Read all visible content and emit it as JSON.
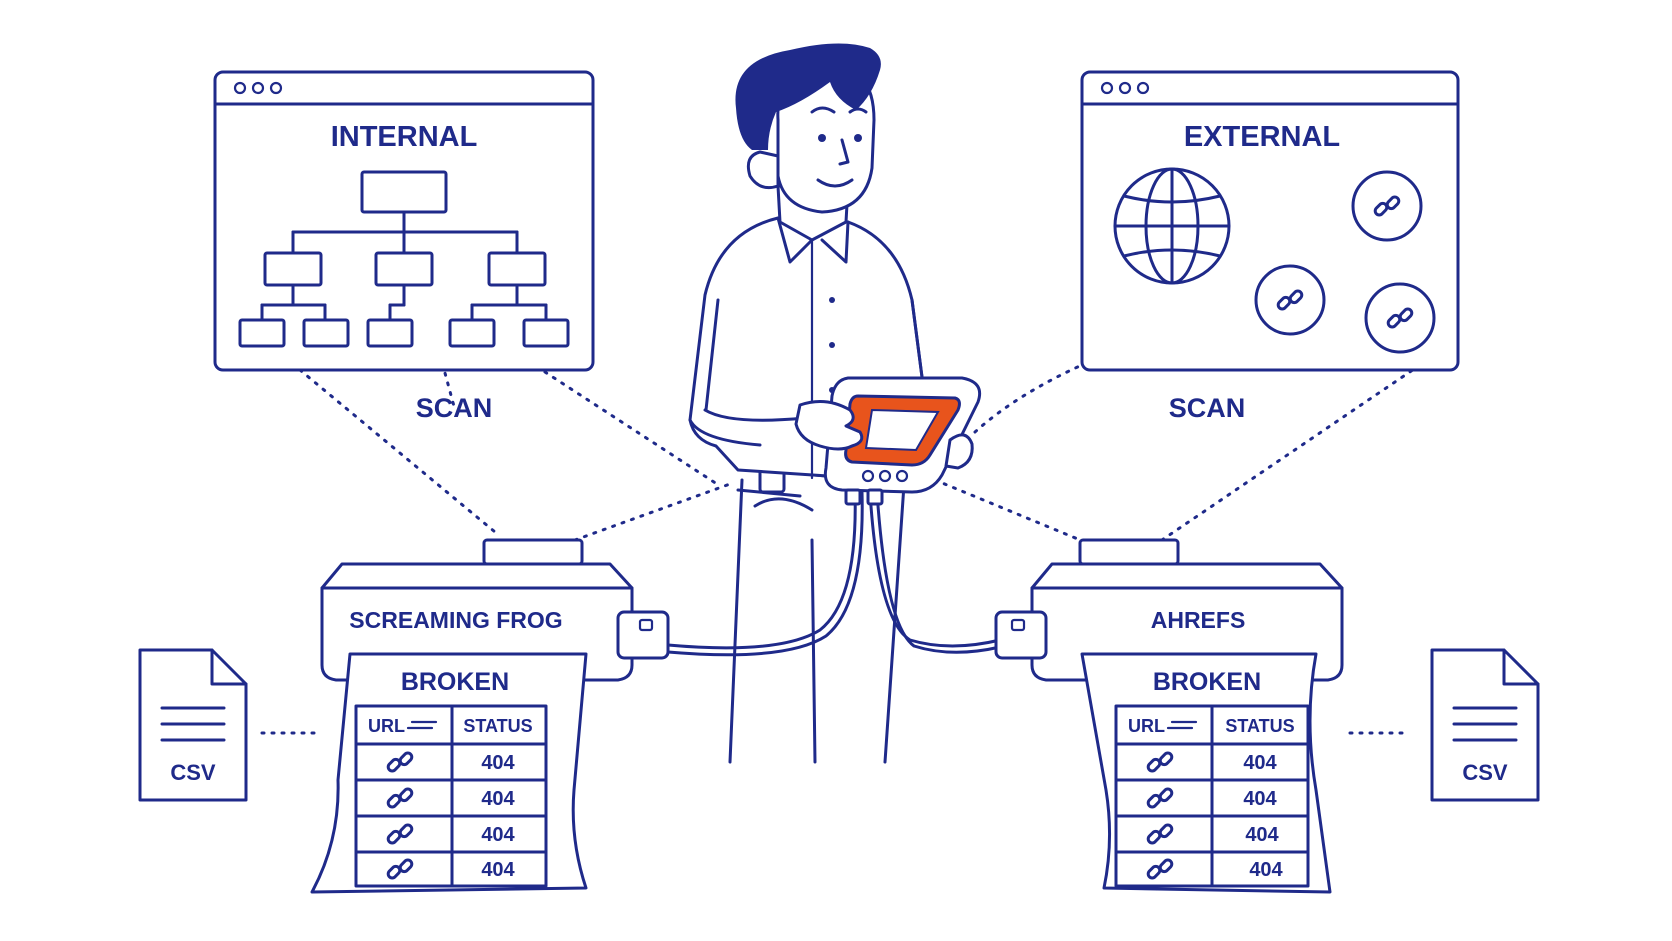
{
  "colors": {
    "ink": "#1f2a8a",
    "accent": "#e8541c",
    "paper": "#ffffff"
  },
  "panels": {
    "internal": {
      "title": "INTERNAL"
    },
    "external": {
      "title": "EXTERNAL"
    }
  },
  "scan_labels": {
    "left": "SCAN",
    "right": "SCAN"
  },
  "devices": {
    "left": {
      "name": "SCREAMING FROG",
      "report": {
        "title": "BROKEN",
        "columns": [
          "URL",
          "STATUS"
        ],
        "rows": [
          {
            "icon": "broken-link-icon",
            "status": "404"
          },
          {
            "icon": "broken-link-icon",
            "status": "404"
          },
          {
            "icon": "broken-link-icon",
            "status": "404"
          },
          {
            "icon": "broken-link-icon",
            "status": "404"
          }
        ]
      }
    },
    "right": {
      "name": "AHREFS",
      "report": {
        "title": "BROKEN",
        "columns": [
          "URL",
          "STATUS"
        ],
        "rows": [
          {
            "icon": "broken-link-icon",
            "status": "404"
          },
          {
            "icon": "broken-link-icon",
            "status": "404"
          },
          {
            "icon": "broken-link-icon",
            "status": "404"
          },
          {
            "icon": "broken-link-icon",
            "status": "404"
          }
        ]
      }
    }
  },
  "files": {
    "left": {
      "label": "CSV"
    },
    "right": {
      "label": "CSV"
    }
  }
}
